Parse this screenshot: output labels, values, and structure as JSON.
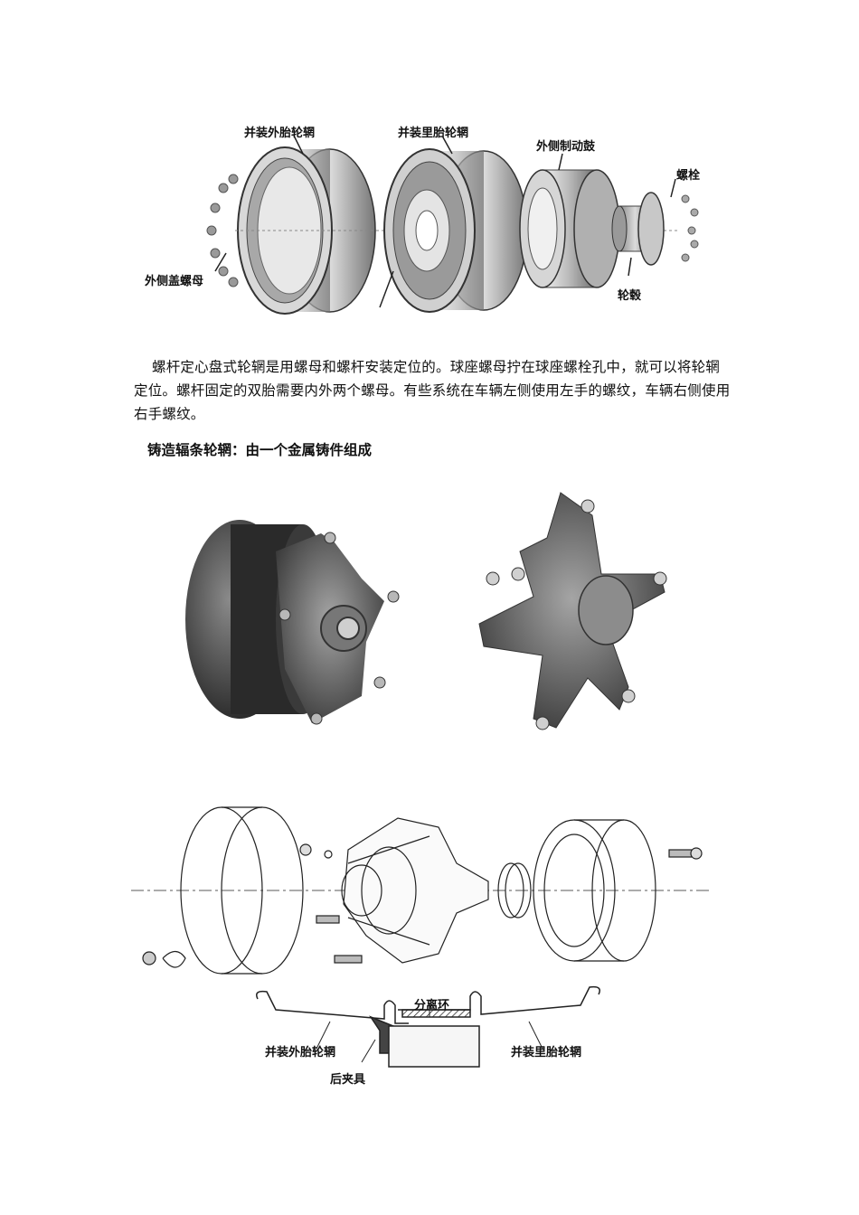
{
  "figure1": {
    "labels": {
      "outer_rim": "并装外胎轮辋",
      "inner_rim": "并装里胎轮辋",
      "brake_drum": "外侧制动鼓",
      "bolt": "螺栓",
      "cap_nut": "外侧盖螺母",
      "hub": "轮毂"
    }
  },
  "paragraph": {
    "text": "螺杆定心盘式轮辋是用螺母和螺杆安装定位的。球座螺母拧在球座螺栓孔中，就可以将轮辋定位。螺杆固定的双胎需要内外两个螺母。有些系统在车辆左侧使用左手的螺纹，车辆右侧使用右手螺纹。"
  },
  "section": {
    "heading": "铸造辐条轮辋：由一个金属铸件组成"
  },
  "figure3": {
    "labels": {
      "separation_ring": "分离环",
      "outer_rim": "并装外胎轮辋",
      "inner_rim": "并装里胎轮辋",
      "rear_clamp": "后夹具"
    }
  }
}
